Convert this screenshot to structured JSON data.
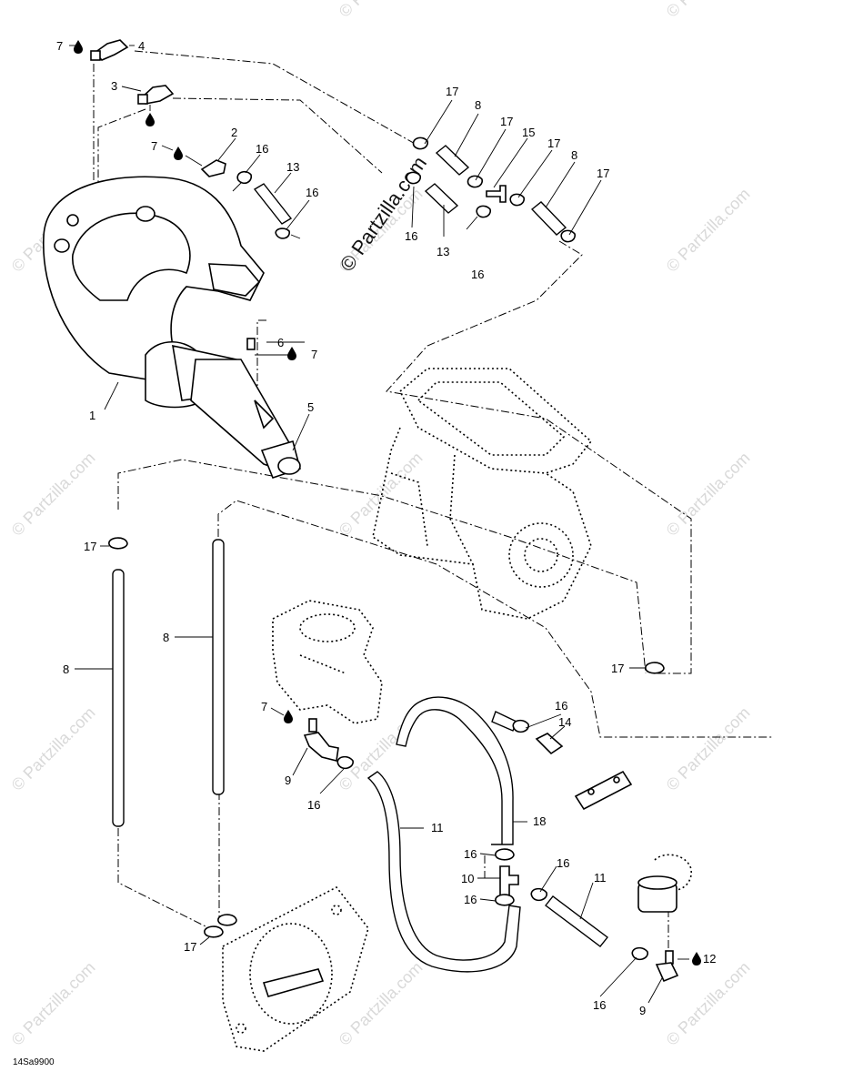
{
  "watermark": {
    "brand": "© Partzilla.com",
    "big": "© Partzilla.com"
  },
  "diagram_code": "14Sa9900",
  "icons": {
    "oil_drop": "oil-drop-icon"
  },
  "callouts": {
    "c1": "1",
    "c2": "2",
    "c3": "3",
    "c4": "4",
    "c5": "5",
    "c6": "6",
    "c7a": "7",
    "c7b": "7",
    "c7c": "7",
    "c7d": "7",
    "c8a": "8",
    "c8b": "8",
    "c8c": "8",
    "c8d": "8",
    "c9a": "9",
    "c9b": "9",
    "c10": "10",
    "c11a": "11",
    "c11b": "11",
    "c12": "12",
    "c13a": "13",
    "c13b": "13",
    "c14": "14",
    "c15": "15",
    "c16a": "16",
    "c16b": "16",
    "c16c": "16",
    "c16d": "16",
    "c16e": "16",
    "c16f": "16",
    "c16g": "16",
    "c16h": "16",
    "c16i": "16",
    "c16j": "16",
    "c17a": "17",
    "c17b": "17",
    "c17c": "17",
    "c17d": "17",
    "c17e": "17",
    "c17f": "17",
    "c17g": "17",
    "c18": "18"
  }
}
